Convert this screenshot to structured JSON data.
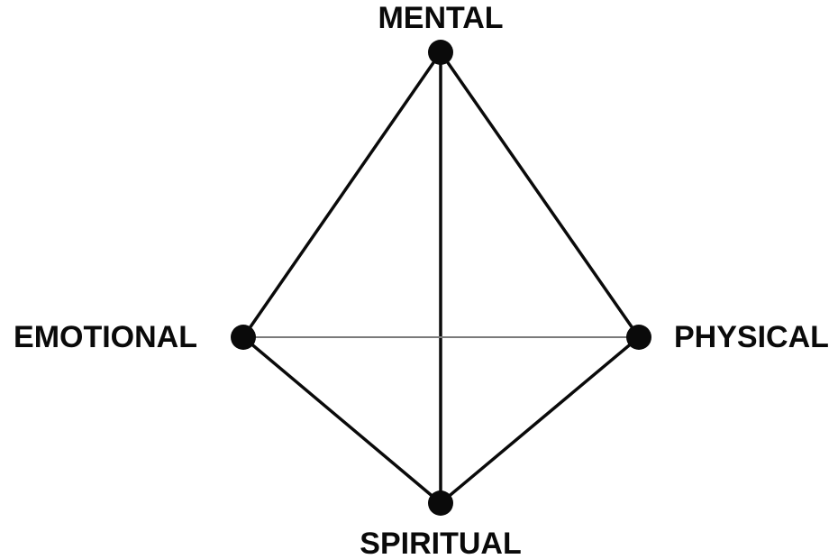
{
  "diagram": {
    "nodes": [
      {
        "id": "mental",
        "label": "MENTAL"
      },
      {
        "id": "emotional",
        "label": "EMOTIONAL"
      },
      {
        "id": "physical",
        "label": "PHYSICAL"
      },
      {
        "id": "spiritual",
        "label": "SPIRITUAL"
      }
    ],
    "edges": [
      {
        "from": "mental",
        "to": "emotional",
        "style": "solid"
      },
      {
        "from": "mental",
        "to": "physical",
        "style": "solid"
      },
      {
        "from": "emotional",
        "to": "spiritual",
        "style": "solid"
      },
      {
        "from": "physical",
        "to": "spiritual",
        "style": "solid"
      },
      {
        "from": "mental",
        "to": "spiritual",
        "style": "solid"
      },
      {
        "from": "emotional",
        "to": "physical",
        "style": "thin"
      }
    ],
    "colors": {
      "node": "#0a0a0a",
      "edge": "#0a0a0a",
      "thin_edge": "#7a7a7a",
      "background": "#ffffff"
    }
  }
}
